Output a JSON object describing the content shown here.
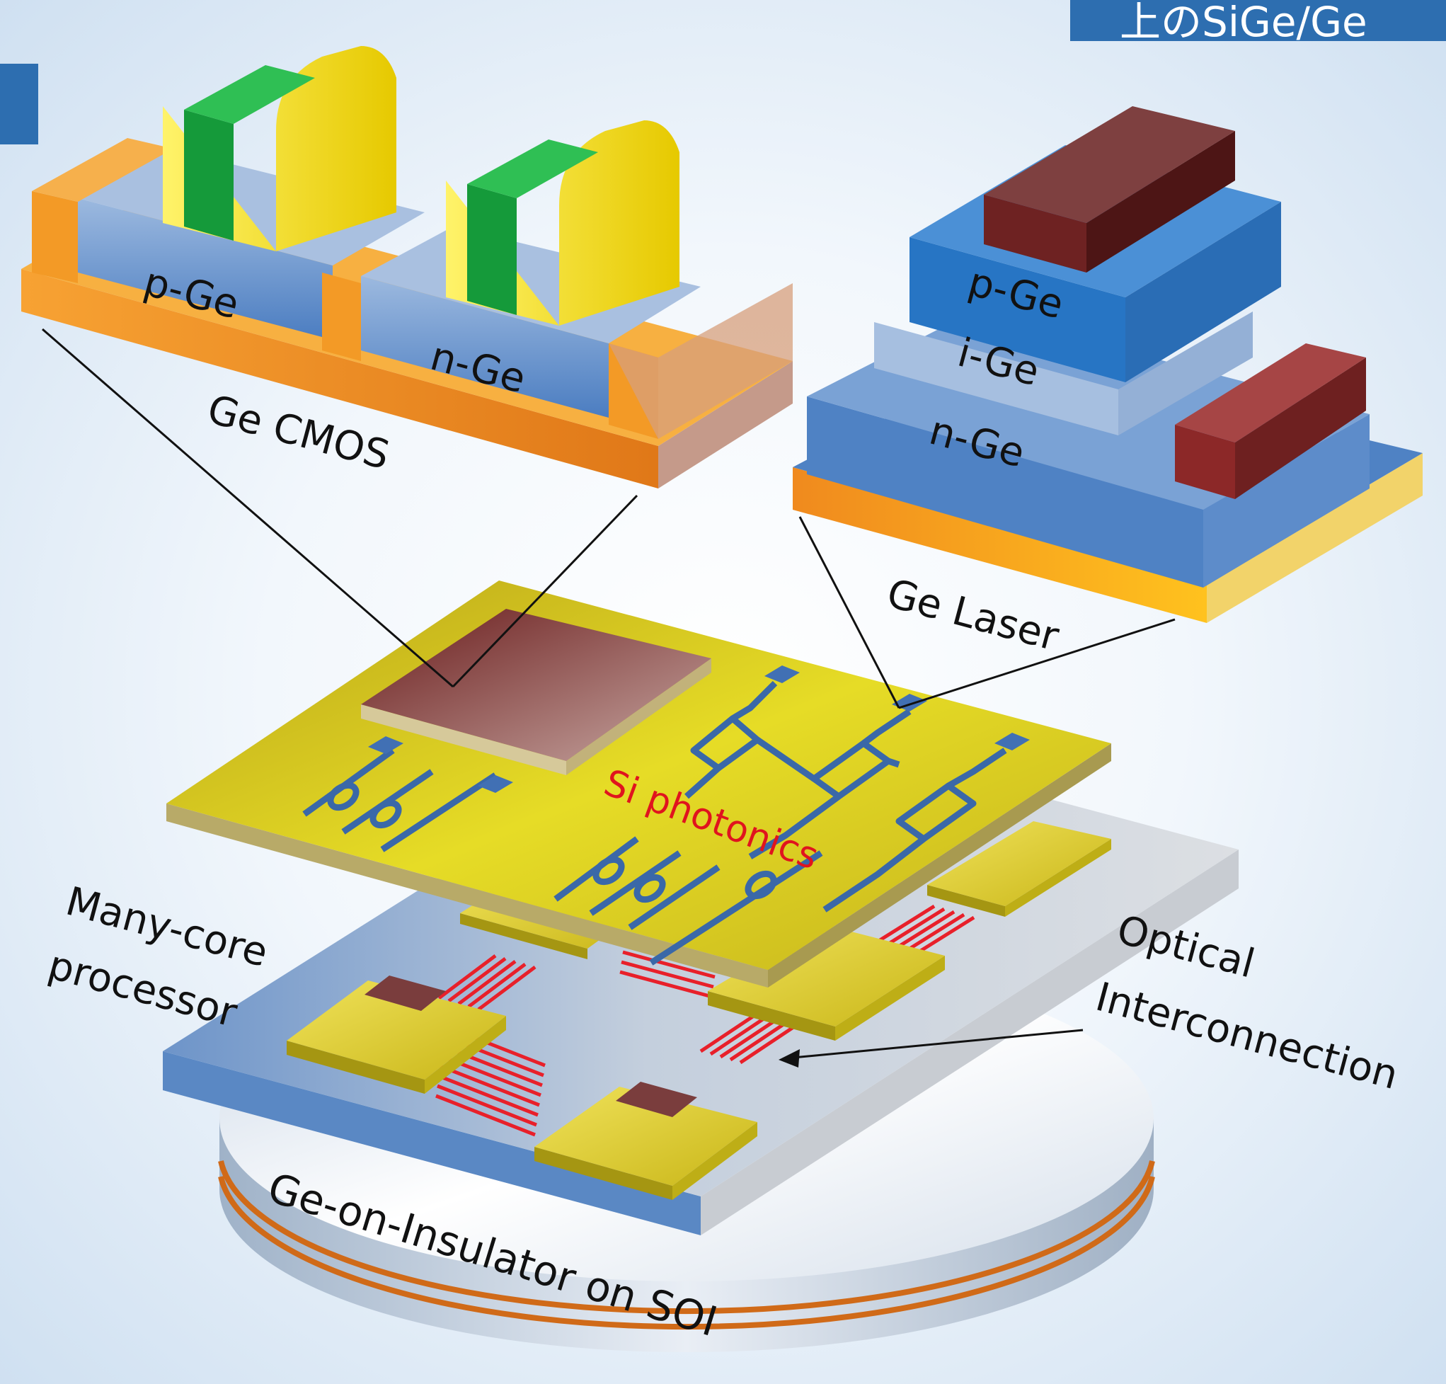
{
  "header": {
    "title_fragment": "上のSiGe/Ge"
  },
  "colors": {
    "accent_blue": "#2d6eb0",
    "ge_blue": "#4f82c4",
    "orange": "#f08a1e",
    "yellow_pad": "#d8cc1a",
    "maroon": "#6e2222",
    "red_label": "#e0141e",
    "interconnect_red": "#e8202a"
  },
  "labels": {
    "cmos_p": "p-Ge",
    "cmos_n": "n-Ge",
    "cmos_title": "Ge CMOS",
    "laser_p": "p-Ge",
    "laser_i": "i-Ge",
    "laser_n": "n-Ge",
    "laser_title": "Ge Laser",
    "photonics": "Si photonics",
    "processor_line1": "Many-core",
    "processor_line2": "processor",
    "optical_line1": "Optical",
    "optical_line2": "Interconnection",
    "wafer": "Ge-on-Insulator on SOI"
  }
}
